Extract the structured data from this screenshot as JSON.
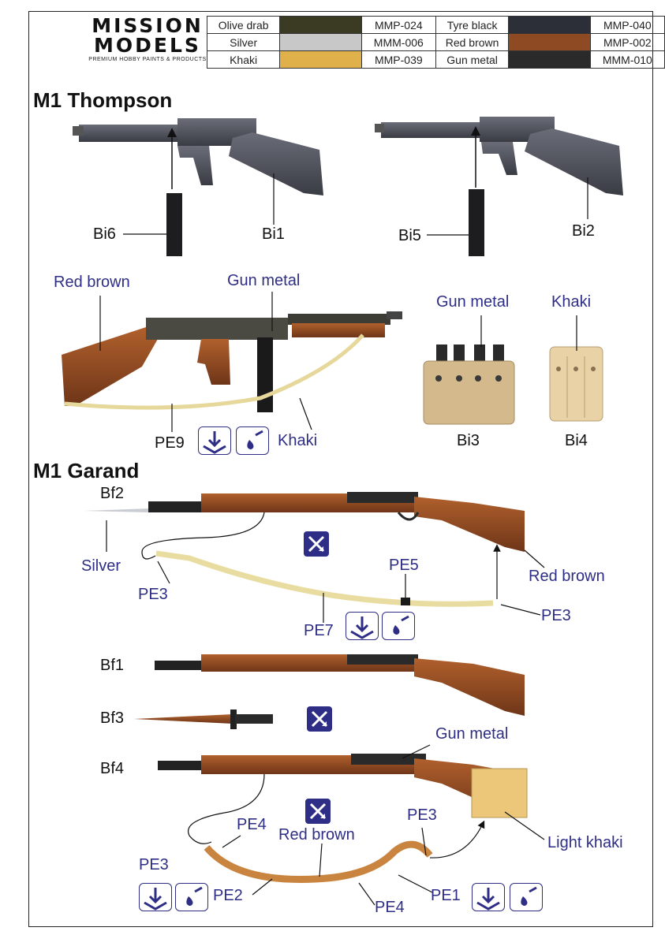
{
  "header": {
    "logo_line1": "MISSION",
    "logo_line2": "MODELS",
    "tagline": "PREMIUM HOBBY PAINTS & PRODUCTS",
    "paints": [
      {
        "name": "Olive drab",
        "color": "#3b3a23",
        "code": "MMP-024"
      },
      {
        "name": "Silver",
        "color": "#c8c8c8",
        "code": "MMM-006"
      },
      {
        "name": "Khaki",
        "color": "#e0b04a",
        "code": "MMP-039"
      },
      {
        "name": "Tyre black",
        "color": "#2d2f38",
        "code": "MMP-040"
      },
      {
        "name": "Red brown",
        "color": "#8e4a22",
        "code": "MMP-002"
      },
      {
        "name": "Gun metal",
        "color": "#2a2a2a",
        "code": "MMM-010"
      }
    ]
  },
  "thompson": {
    "title": "M1 Thompson",
    "parts": {
      "bi1": "Bi1",
      "bi2": "Bi2",
      "bi3": "Bi3",
      "bi4": "Bi4",
      "bi5": "Bi5",
      "bi6": "Bi6",
      "pe9": "PE9"
    },
    "colors": {
      "red_brown": "Red brown",
      "gun_metal": "Gun metal",
      "khaki": "Khaki",
      "gun_metal_bi3": "Gun metal",
      "khaki_bi4": "Khaki"
    }
  },
  "garand": {
    "title": "M1 Garand",
    "parts": {
      "bf1": "Bf1",
      "bf2": "Bf2",
      "bf3": "Bf3",
      "bf4": "Bf4",
      "pe1": "PE1",
      "pe2": "PE2",
      "pe3_a": "PE3",
      "pe3_b": "PE3",
      "pe3_c": "PE3",
      "pe3_d": "PE3",
      "pe4_a": "PE4",
      "pe4_b": "PE4",
      "pe5": "PE5",
      "pe7": "PE7"
    },
    "colors": {
      "silver": "Silver",
      "red_brown_bf2": "Red brown",
      "gun_metal_bf4": "Gun metal",
      "light_khaki": "Light khaki",
      "red_brown_sling": "Red brown"
    }
  },
  "icons": [
    "bend-down-icon",
    "glue-drop-icon",
    "cross-arrows-icon"
  ]
}
